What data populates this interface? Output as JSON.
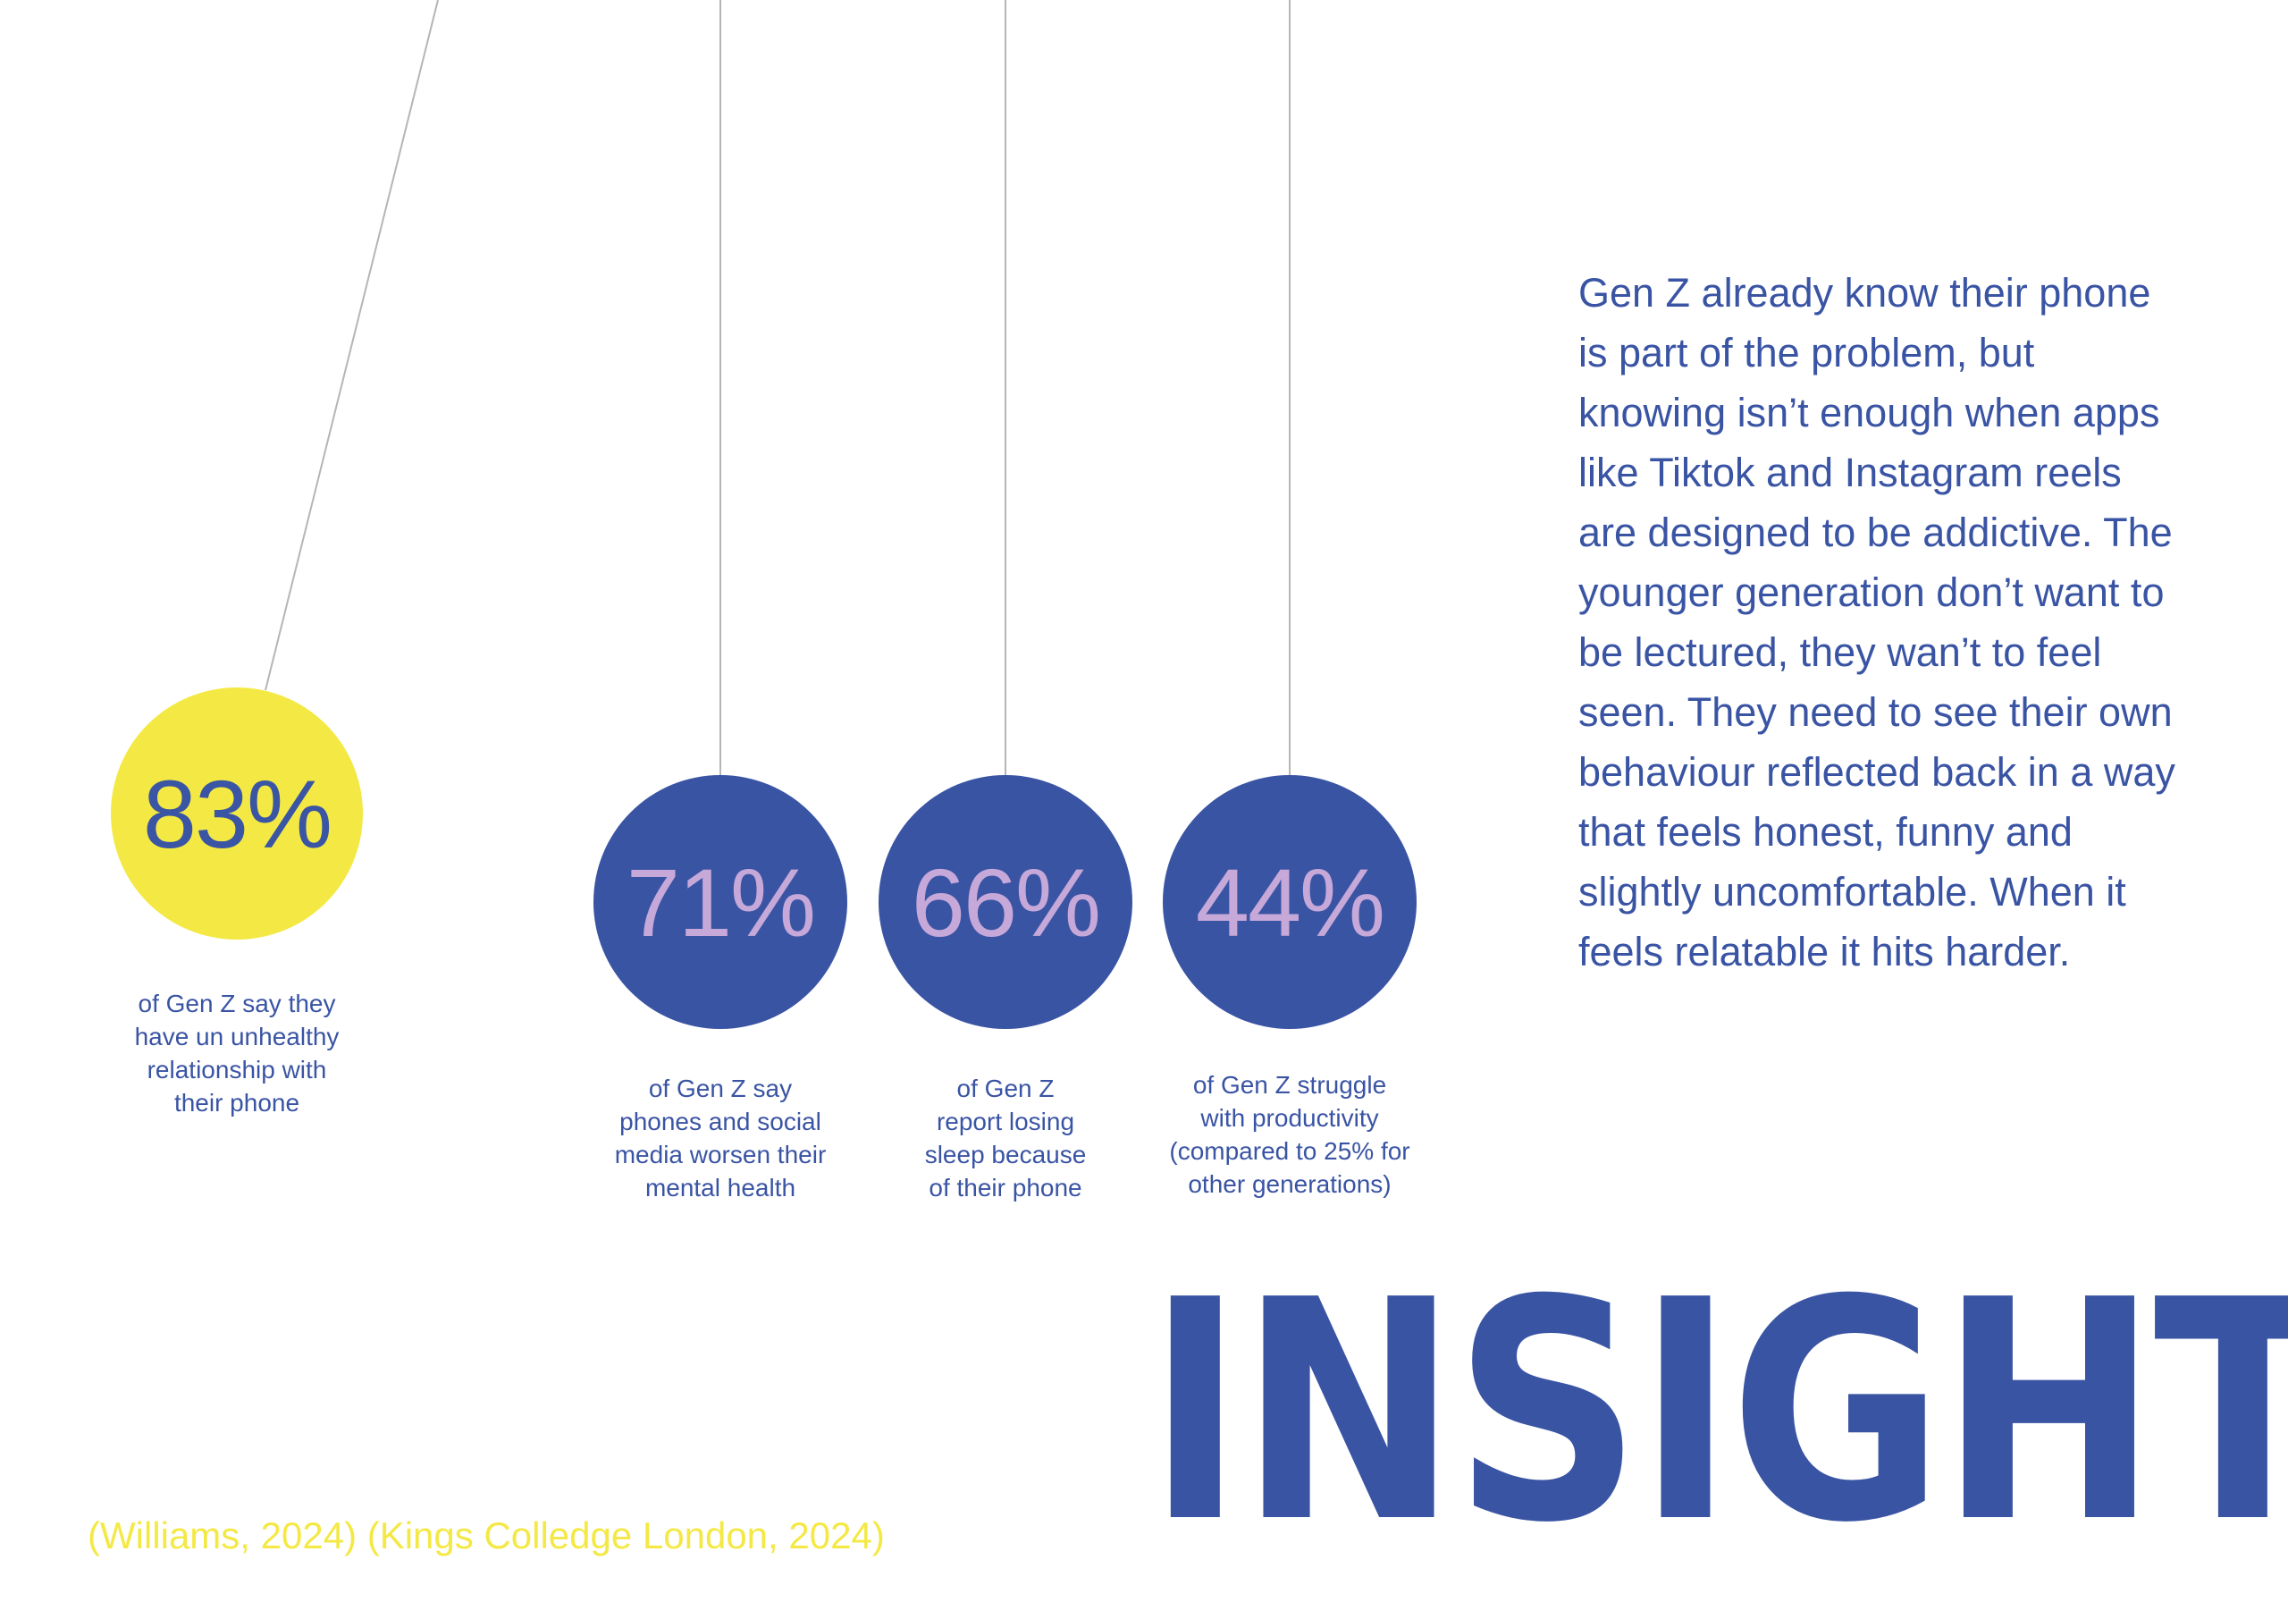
{
  "stats": [
    {
      "value": "83%",
      "caption": "of Gen Z say they\nhave un unhealthy\nrelationship with\ntheir phone"
    },
    {
      "value": "71%",
      "caption": "of Gen Z say\nphones and social\nmedia worsen their\nmental health"
    },
    {
      "value": "66%",
      "caption": "of Gen Z\nreport losing\nsleep because\nof their phone"
    },
    {
      "value": "44%",
      "caption": "of Gen Z struggle\nwith productivity\n(compared to 25% for\nother generations)"
    }
  ],
  "body_text": "Gen Z already know their phone\nis part of the problem, but\nknowing isn’t enough when apps\nlike Tiktok and Instagram reels\nare designed to be addictive. The\nyounger generation don’t want to\nbe lectured, they wan’t to feel\nseen. They need to see their own\nbehaviour reflected back in a way\nthat feels honest, funny and\nslightly uncomfortable. When it\nfeels relatable it hits harder.",
  "heading": "INSIGHT",
  "citation": "(Williams, 2024) (Kings Colledge London, 2024)",
  "colors": {
    "blue": "#3a54a4",
    "yellow": "#f4e944",
    "lilac": "#c6a9d9",
    "string": "#b5b5b5"
  }
}
